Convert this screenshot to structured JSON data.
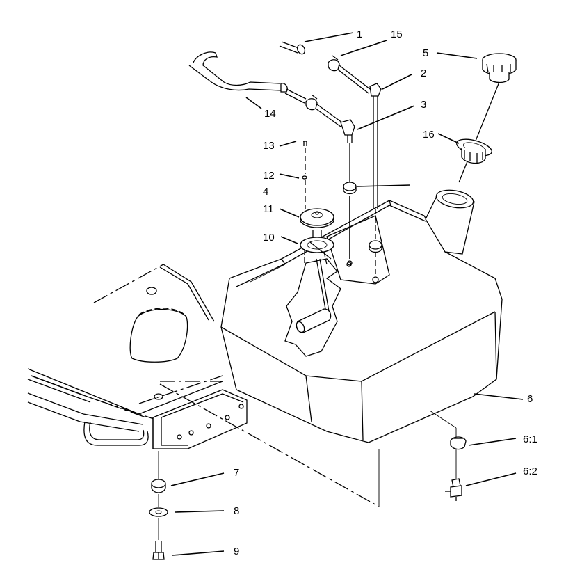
{
  "callouts": [
    {
      "id": "c1",
      "label": "1"
    },
    {
      "id": "c2",
      "label": "2"
    },
    {
      "id": "c3",
      "label": "3"
    },
    {
      "id": "c4",
      "label": "4"
    },
    {
      "id": "c5",
      "label": "5"
    },
    {
      "id": "c6",
      "label": "6"
    },
    {
      "id": "c61",
      "label": "6:1"
    },
    {
      "id": "c62",
      "label": "6:2"
    },
    {
      "id": "c7",
      "label": "7"
    },
    {
      "id": "c8",
      "label": "8"
    },
    {
      "id": "c9",
      "label": "9"
    },
    {
      "id": "c10",
      "label": "10"
    },
    {
      "id": "c11",
      "label": "11"
    },
    {
      "id": "c12",
      "label": "12"
    },
    {
      "id": "c13",
      "label": "13"
    },
    {
      "id": "c14",
      "label": "14"
    },
    {
      "id": "c15",
      "label": "15"
    },
    {
      "id": "c16",
      "label": "16"
    }
  ]
}
